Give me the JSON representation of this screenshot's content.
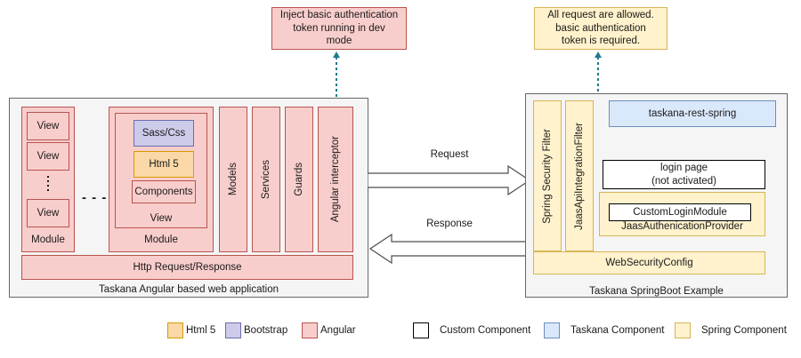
{
  "callouts": {
    "left": {
      "text": "Inject basic authentication\ntoken running in dev\nmode",
      "style": "angular"
    },
    "right": {
      "text": "All request are allowed.\nbasic authentication\ntoken is required.",
      "style": "spring"
    }
  },
  "left_panel": {
    "caption": "Taskana Angular based web application",
    "module_a": {
      "label": "Module",
      "views": [
        "View",
        "View",
        "View"
      ]
    },
    "ellipsis": "- - -",
    "module_b": {
      "label": "Module",
      "view_label": "View",
      "items": [
        {
          "label": "Sass/Css",
          "style": "bootstrap"
        },
        {
          "label": "Html 5",
          "style": "html5"
        },
        {
          "label": "Components",
          "style": "angular"
        }
      ]
    },
    "columns": [
      "Models",
      "Services",
      "Guards",
      "Angular interceptor"
    ],
    "http_bar": "Http Request/Response"
  },
  "middle": {
    "request_label": "Request",
    "response_label": "Response"
  },
  "right_panel": {
    "caption": "Taskana SpringBoot Example",
    "filters": [
      "Spring Security Filter",
      "JaasApiIntegrationFilter"
    ],
    "rest_box": "taskana-rest-spring",
    "login_box": "login page\n(not activated)",
    "provider": {
      "outer_label": "JaasAuthenicationProvider",
      "inner_label": "CustomLoginModule"
    },
    "web_security_config": "WebSecurityConfig"
  },
  "legend": {
    "left_group": [
      {
        "label": "Html 5",
        "style": "html5"
      },
      {
        "label": "Bootstrap",
        "style": "bootstrap"
      },
      {
        "label": "Angular",
        "style": "angular"
      }
    ],
    "right_group": [
      {
        "label": "Custom Component",
        "style": "custom"
      },
      {
        "label": "Taskana Component",
        "style": "taskana"
      },
      {
        "label": "Spring Component",
        "style": "spring"
      }
    ]
  },
  "colors": {
    "angular_fill": "#f8cecc",
    "angular_stroke": "#b85450",
    "bootstrap_fill": "#ccccea",
    "bootstrap_stroke": "#6c6cb0",
    "html5_fill": "#fad8a8",
    "html5_stroke": "#d79b00",
    "spring_fill": "#fff2cc",
    "spring_stroke": "#d6b656",
    "taskana_fill": "#dae8fc",
    "taskana_stroke": "#6c8ebf",
    "custom_fill": "#ffffff",
    "custom_stroke": "#000000",
    "panel_fill": "#f5f5f5",
    "panel_stroke": "#666666",
    "dashed_arrow": "#1f7a8c"
  }
}
